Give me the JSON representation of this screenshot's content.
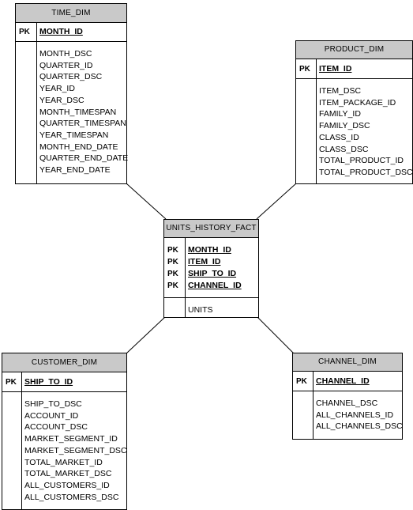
{
  "pk_label": "PK",
  "tables": {
    "time_dim": {
      "title": "TIME_DIM",
      "keys": [
        "MONTH_ID"
      ],
      "attributes": [
        "MONTH_DSC",
        "QUARTER_ID",
        "QUARTER_DSC",
        "YEAR_ID",
        "YEAR_DSC",
        "MONTH_TIMESPAN",
        "QUARTER_TIMESPAN",
        "YEAR_TIMESPAN",
        "MONTH_END_DATE",
        "QUARTER_END_DATE",
        "YEAR_END_DATE"
      ]
    },
    "product_dim": {
      "title": "PRODUCT_DIM",
      "keys": [
        "ITEM_ID"
      ],
      "attributes": [
        "ITEM_DSC",
        "ITEM_PACKAGE_ID",
        "FAMILY_ID",
        "FAMILY_DSC",
        "CLASS_ID",
        "CLASS_DSC",
        "TOTAL_PRODUCT_ID",
        "TOTAL_PRODUCT_DSC"
      ]
    },
    "units_history_fact": {
      "title": "UNITS_HISTORY_FACT",
      "keys": [
        "MONTH_ID",
        "ITEM_ID",
        "SHIP_TO_ID",
        "CHANNEL_ID"
      ],
      "attributes": [
        "UNITS"
      ]
    },
    "customer_dim": {
      "title": "CUSTOMER_DIM",
      "keys": [
        "SHIP_TO_ID"
      ],
      "attributes": [
        "SHIP_TO_DSC",
        "ACCOUNT_ID",
        "ACCOUNT_DSC",
        "MARKET_SEGMENT_ID",
        "MARKET_SEGMENT_DSC",
        "TOTAL_MARKET_ID",
        "TOTAL_MARKET_DSC",
        "ALL_CUSTOMERS_ID",
        "ALL_CUSTOMERS_DSC"
      ]
    },
    "channel_dim": {
      "title": "CHANNEL_DIM",
      "keys": [
        "CHANNEL_ID"
      ],
      "attributes": [
        "CHANNEL_DSC",
        "ALL_CHANNELS_ID",
        "ALL_CHANNELS_DSC"
      ]
    }
  },
  "colors": {
    "header_fill": "#c9c9c9",
    "line": "#000000"
  }
}
